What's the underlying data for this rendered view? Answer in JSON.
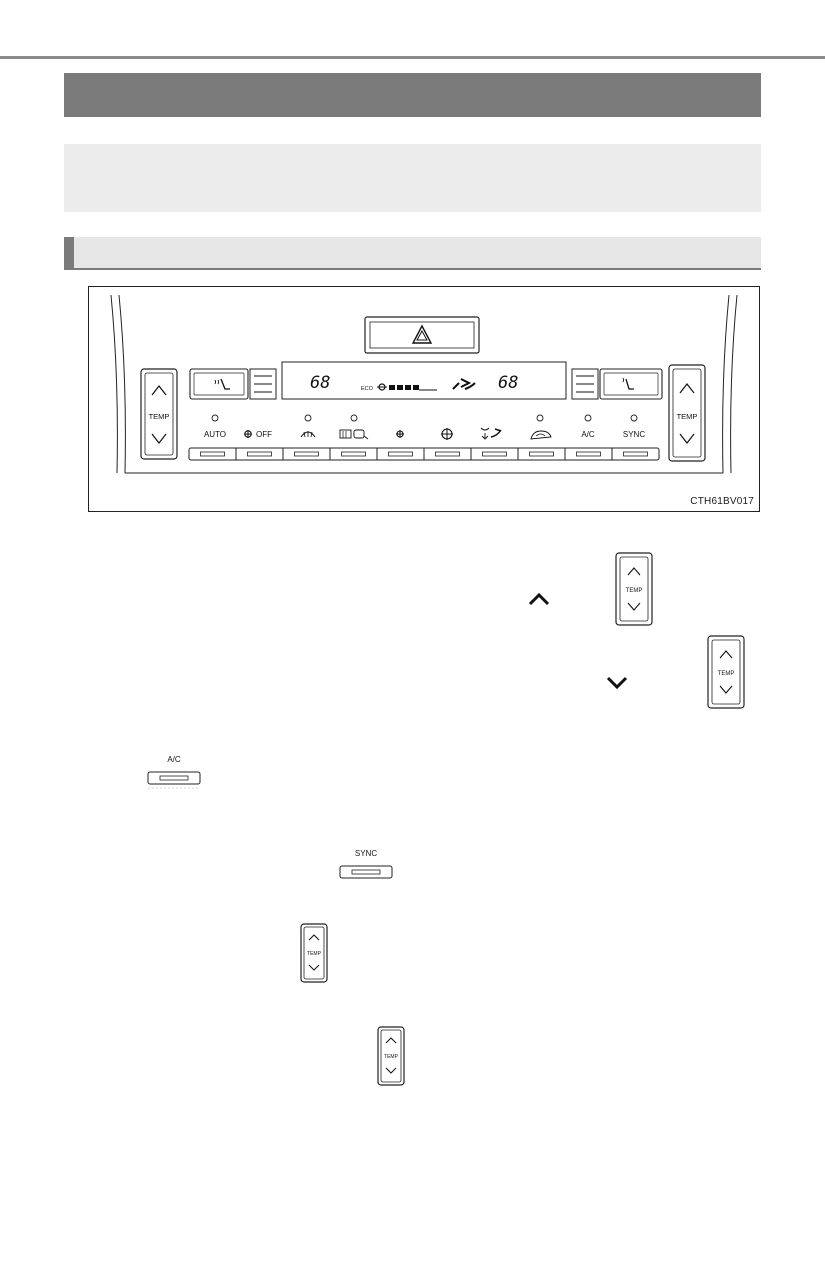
{
  "figure": {
    "caption": "CTH61BV017",
    "temp_label": "TEMP",
    "display": {
      "left_temp": "68",
      "right_temp": "68",
      "eco_label": "ECO"
    },
    "buttons": [
      {
        "label": "AUTO",
        "indicator": true
      },
      {
        "label": "OFF",
        "icon": "fan-icon",
        "indicator": false
      },
      {
        "label": "",
        "icon": "front-defroster-icon",
        "indicator": true
      },
      {
        "label": "",
        "icon": "rear-defogger-mirror-icon",
        "indicator": true
      },
      {
        "label": "",
        "icon": "fan-low-icon",
        "indicator": false
      },
      {
        "label": "",
        "icon": "fan-high-icon",
        "indicator": false
      },
      {
        "label": "",
        "icon": "airflow-mode-icon",
        "indicator": false
      },
      {
        "label": "",
        "icon": "recirculation-icon",
        "indicator": true
      },
      {
        "label": "A/C",
        "indicator": true
      },
      {
        "label": "SYNC",
        "indicator": true
      }
    ],
    "seat_heater_left_icon": "seat-heater-icon",
    "seat_heater_right_icon": "steering-heater-icon",
    "hazard_icon": "hazard-triangle-icon"
  },
  "inline_icons": {
    "temp_label": "TEMP",
    "ac_label": "A/C",
    "sync_label": "SYNC",
    "up_arrow": "^",
    "down_arrow": "v"
  }
}
